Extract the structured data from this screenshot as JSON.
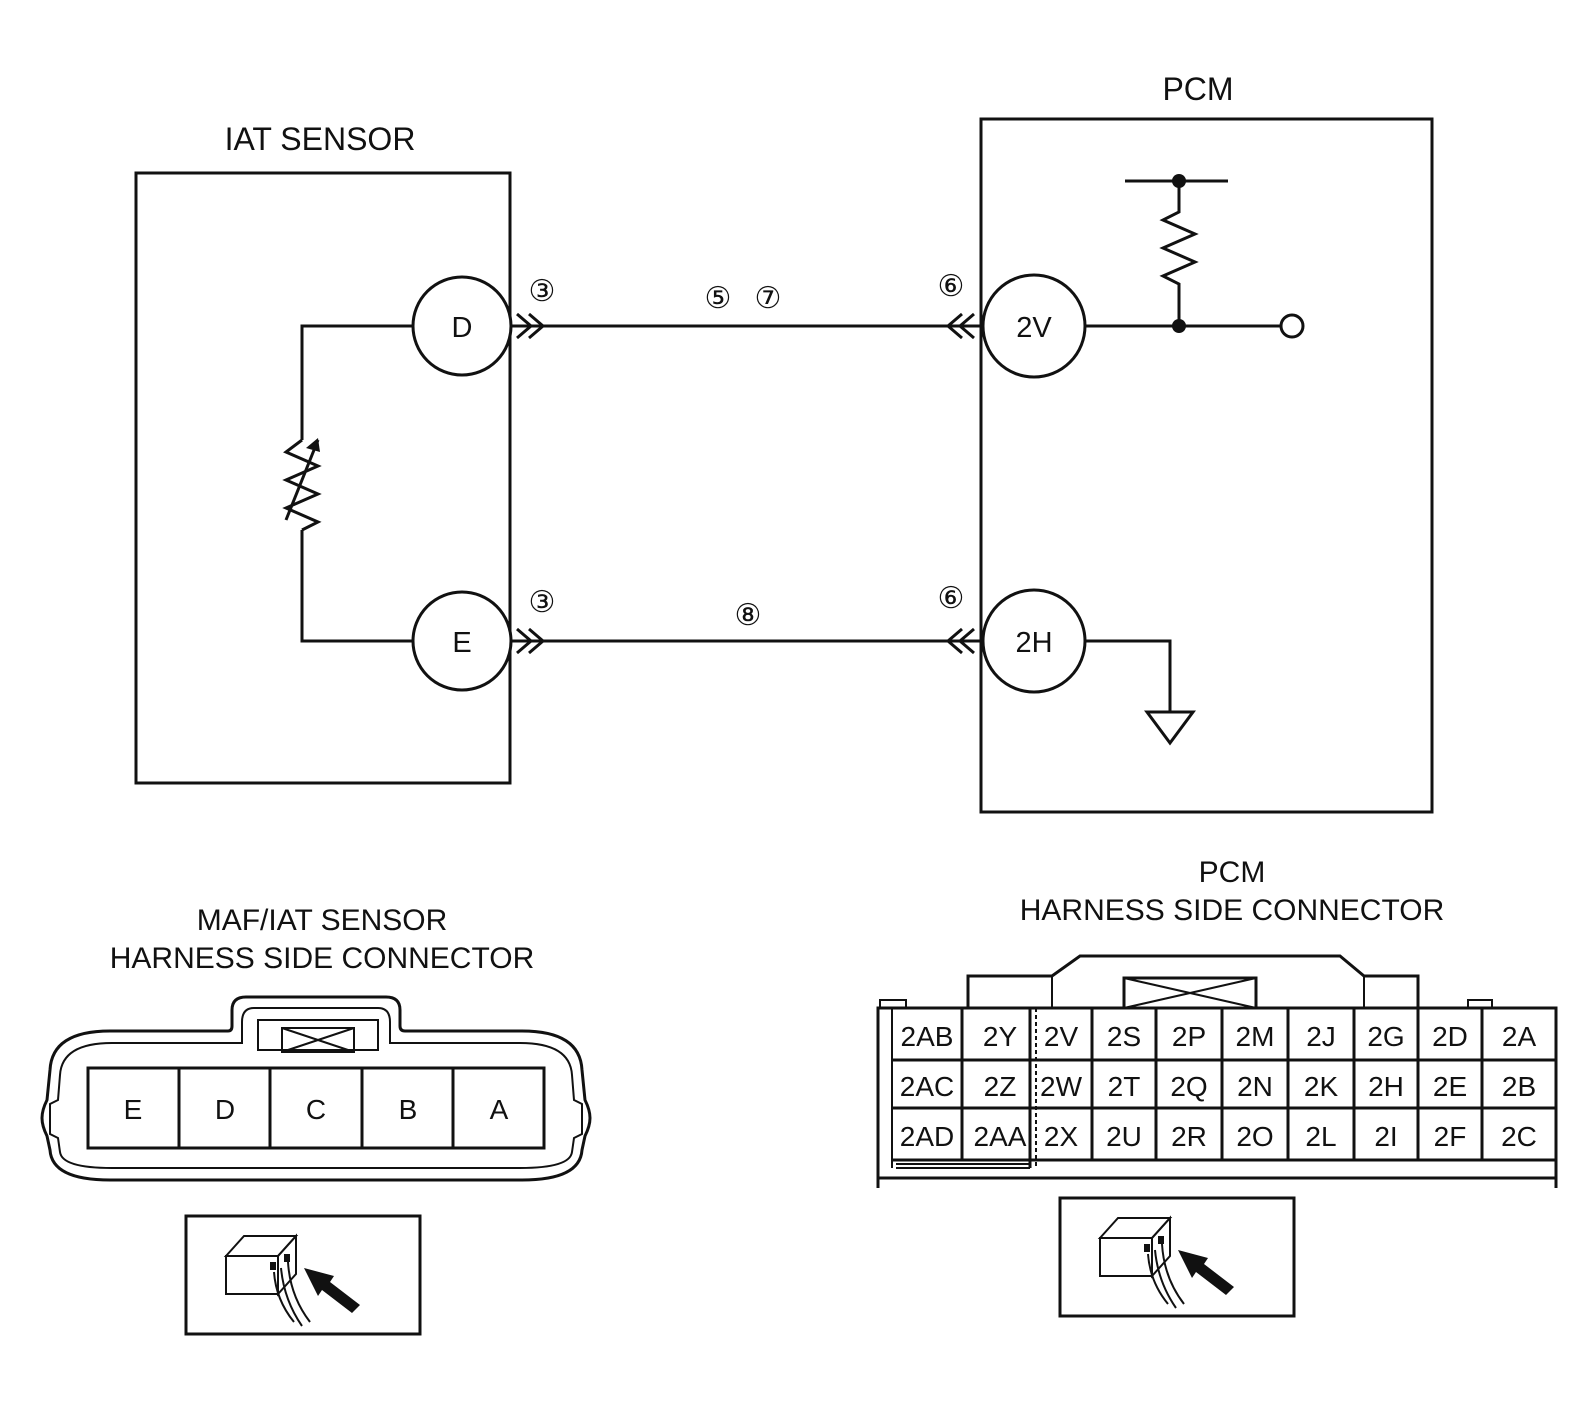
{
  "iat_sensor": {
    "title": "IAT SENSOR",
    "pin_top": "D",
    "pin_bottom": "E"
  },
  "pcm": {
    "title": "PCM",
    "pin_top": "2V",
    "pin_bottom": "2H"
  },
  "markers": {
    "sensor_top": "③",
    "sensor_bottom": "③",
    "wire_top_a": "⑤",
    "wire_top_b": "⑦",
    "wire_bottom": "⑧",
    "pcm_top": "⑥",
    "pcm_bottom": "⑥"
  },
  "maf_connector": {
    "title_line1": "MAF/IAT SENSOR",
    "title_line2": "HARNESS SIDE CONNECTOR",
    "pins": [
      "E",
      "D",
      "C",
      "B",
      "A"
    ]
  },
  "pcm_connector": {
    "title_line1": "PCM",
    "title_line2": "HARNESS SIDE CONNECTOR",
    "rows": [
      [
        "2AB",
        "2Y",
        "2V",
        "2S",
        "2P",
        "2M",
        "2J",
        "2G",
        "2D",
        "2A"
      ],
      [
        "2AC",
        "2Z",
        "2W",
        "2T",
        "2Q",
        "2N",
        "2K",
        "2H",
        "2E",
        "2B"
      ],
      [
        "2AD",
        "2AA",
        "2X",
        "2U",
        "2R",
        "2O",
        "2L",
        "2I",
        "2F",
        "2C"
      ]
    ]
  },
  "colors": {
    "ink": "#111111",
    "background": "#ffffff"
  },
  "icons": [
    "harness-connector-view-icon",
    "harness-connector-view-icon"
  ]
}
